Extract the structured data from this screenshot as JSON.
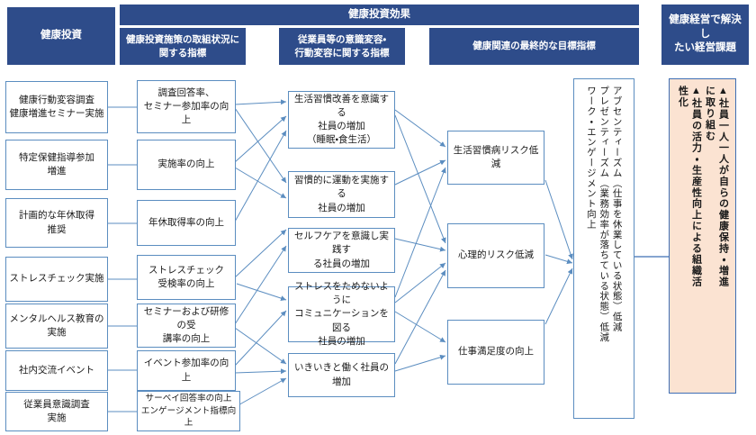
{
  "meta": {
    "title": "健康投資効果 ロジックツリー",
    "colors": {
      "header_blue": "#2E4C8A",
      "box_border": "#5B8DC0",
      "connector": "#5B8DC0",
      "peach": "#FBE3D2",
      "peach_border": "#3F6FB5"
    }
  },
  "headers": {
    "investment": "健康投資",
    "effect_band": "健康投資効果",
    "col_measures": "健康投資施策の取組状況に\n関する指標",
    "col_behavior": "従業員等の意識変容・\n行動変容に関する指標",
    "col_final": "健康関連の最終的な目標指標",
    "col_issue": "健康経営で解決し\nたい経営課題"
  },
  "columns": {
    "investment_items": [
      {
        "id": "inv1",
        "label": "健康行動変容調査\n健康増進セミナー実施"
      },
      {
        "id": "inv2",
        "label": "特定保健指導参加\n増進"
      },
      {
        "id": "inv3",
        "label": "計画的な年休取得\n推奨"
      },
      {
        "id": "inv4",
        "label": "ストレスチェック実施"
      },
      {
        "id": "inv5",
        "label": "メンタルヘルス教育の\n実施"
      },
      {
        "id": "inv6",
        "label": "社内交流イベント"
      },
      {
        "id": "inv7",
        "label": "従業員意識調査\n実施"
      }
    ],
    "measure_items": [
      {
        "id": "mea1",
        "label": "調査回答率、\nセミナー参加率の向上"
      },
      {
        "id": "mea2",
        "label": "実施率の向上"
      },
      {
        "id": "mea3",
        "label": "年休取得率の向上"
      },
      {
        "id": "mea4",
        "label": "ストレスチェック\n受検率の向上"
      },
      {
        "id": "mea5",
        "label": "セミナーおよび研修の受\n講率の向上"
      },
      {
        "id": "mea6",
        "label": "イベント参加率の向上"
      },
      {
        "id": "mea7",
        "label": "サーベイ回答率の向上\nエンゲージメント指標向上"
      }
    ],
    "behavior_items": [
      {
        "id": "beh1",
        "label": "生活習慣改善を意識する\n社員の増加\n（睡眠・食生活）"
      },
      {
        "id": "beh2",
        "label": "習慣的に運動を実施する\n社員の増加"
      },
      {
        "id": "beh3",
        "label": "セルフケアを意識し実践す\nる社員の増加"
      },
      {
        "id": "beh4",
        "label": "ストレスをためないように\nコミュニケーションを図る\n社員の増加"
      },
      {
        "id": "beh5",
        "label": "いきいきと働く社員の増加"
      }
    ],
    "final_items": [
      {
        "id": "fin1",
        "label": "生活習慣病リスク低減"
      },
      {
        "id": "fin2",
        "label": "心理的リスク低減"
      },
      {
        "id": "fin3",
        "label": "仕事満足度の向上"
      }
    ],
    "outcome_panel": {
      "id": "outcome",
      "lines": [
        "アブセンティーズム（仕事を休業している状態）低減",
        "プレゼンティーズム（業務効率が落ちている状態）低減",
        "ワーク・エンゲージメント向上"
      ]
    },
    "issue_panel": {
      "id": "issue",
      "lines": [
        "▲社員一人一人が自らの健康保持・増進",
        "に取り組む",
        "▲社員の活力・生産性向上による組織活",
        "性化"
      ]
    }
  }
}
